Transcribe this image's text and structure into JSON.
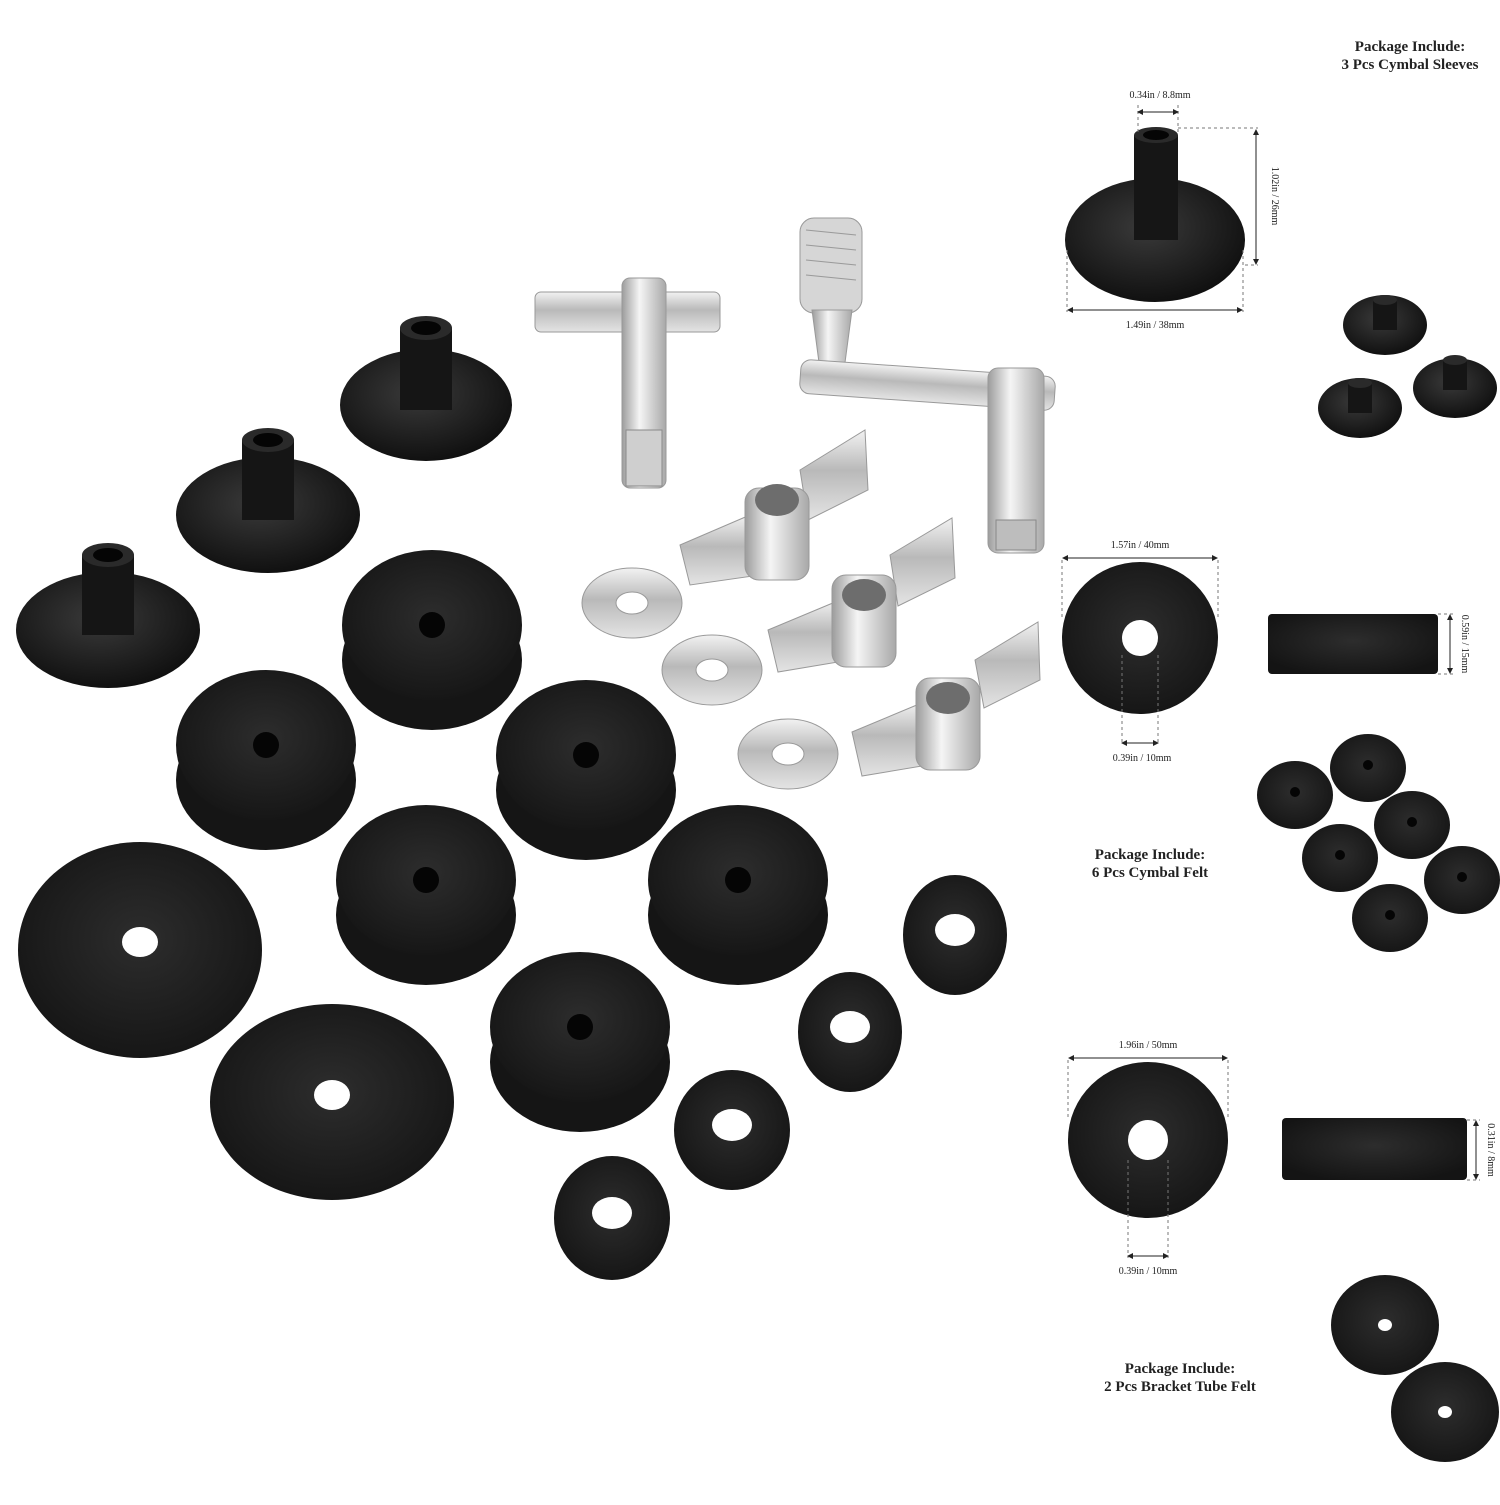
{
  "sleeves": {
    "heading": "Package Include:",
    "count_label": "3 Pcs Cymbal Sleeves",
    "dim_hole": "0.34in  /  8.8mm",
    "dim_height": "1.02in  /  26mm",
    "dim_diameter": "1.49in  /  38mm"
  },
  "felt": {
    "heading": "Package Include:",
    "count_label": "6 Pcs Cymbal Felt",
    "dim_diameter": "1.57in  /  40mm",
    "dim_thickness": "0.59in  /  15mm",
    "dim_hole": "0.39in  /  10mm"
  },
  "tube_felt": {
    "heading": "Package Include:",
    "count_label": "2 Pcs Bracket Tube Felt",
    "dim_diameter": "1.96in  /  50mm",
    "dim_thickness": "0.31in  /  8mm",
    "dim_hole": "0.39in  /  10mm"
  }
}
